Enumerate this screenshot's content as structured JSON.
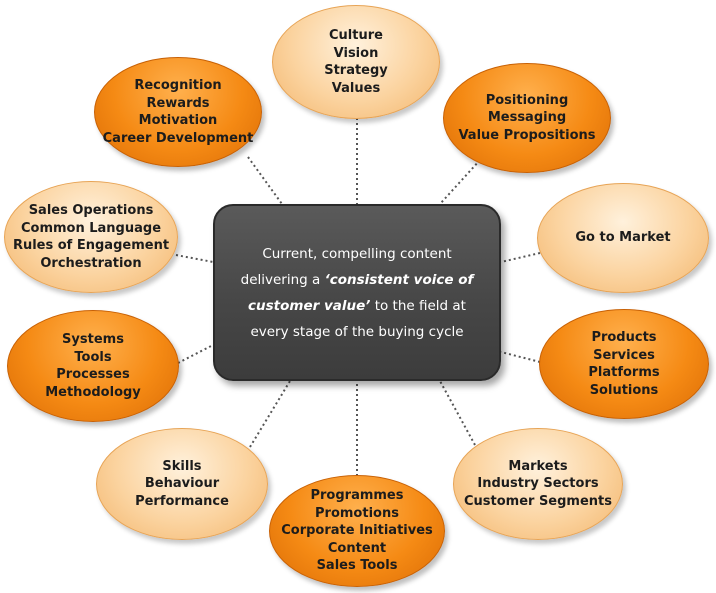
{
  "colors": {
    "light_node": "#fbd39f",
    "dark_node": "#f58a14",
    "center_box": "#474747",
    "connector": "#555555"
  },
  "center": {
    "line1": "Current, compelling content",
    "line2_pre": "delivering a ",
    "line2_em": "‘consistent voice of",
    "line3_em": "customer value’",
    "line3_post": " to the field at",
    "line4": "every stage of the buying cycle"
  },
  "nodes": [
    {
      "id": "culture",
      "lines": [
        "Culture",
        "Vision",
        "Strategy",
        "Values"
      ]
    },
    {
      "id": "positioning",
      "lines": [
        "Positioning",
        "Messaging",
        "Value Propositions"
      ]
    },
    {
      "id": "go-to-market",
      "lines": [
        "Go to Market"
      ]
    },
    {
      "id": "products",
      "lines": [
        "Products",
        "Services",
        "Platforms",
        "Solutions"
      ]
    },
    {
      "id": "markets",
      "lines": [
        "Markets",
        "Industry Sectors",
        "Customer Segments"
      ]
    },
    {
      "id": "programmes",
      "lines": [
        "Programmes",
        "Promotions",
        "Corporate Initiatives",
        "Content",
        "Sales Tools"
      ]
    },
    {
      "id": "skills",
      "lines": [
        "Skills",
        "Behaviour",
        "Performance"
      ]
    },
    {
      "id": "systems",
      "lines": [
        "Systems",
        "Tools",
        "Processes",
        "Methodology"
      ]
    },
    {
      "id": "sales-ops",
      "lines": [
        "Sales Operations",
        "Common Language",
        "Rules of Engagement",
        "Orchestration"
      ]
    },
    {
      "id": "recognition",
      "lines": [
        "Recognition",
        "Rewards",
        "Motivation",
        "Career Development"
      ]
    }
  ]
}
